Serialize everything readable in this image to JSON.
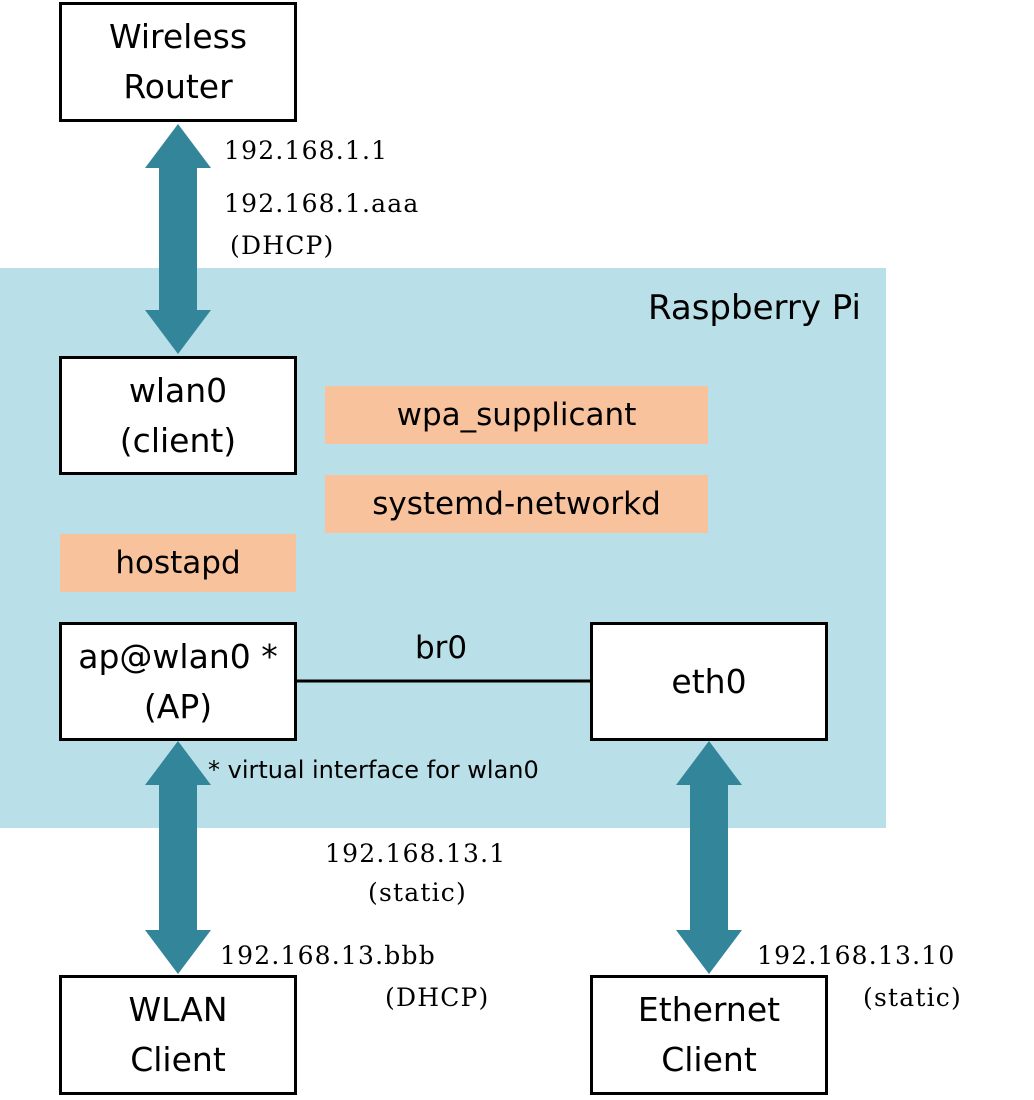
{
  "raspberry_pi": {
    "label": "Raspberry Pi"
  },
  "boxes": {
    "wireless_router": {
      "line1": "Wireless",
      "line2": "Router"
    },
    "wlan0": {
      "line1": "wlan0",
      "line2": "(client)"
    },
    "ap": {
      "line1": "ap@wlan0 *",
      "line2": "(AP)"
    },
    "eth0": {
      "line1": "eth0"
    },
    "wlan_client": {
      "line1": "WLAN",
      "line2": "Client"
    },
    "ethernet_client": {
      "line1": "Ethernet",
      "line2": "Client"
    }
  },
  "processes": {
    "wpa_supplicant": "wpa_supplicant",
    "systemd_networkd": "systemd-networkd",
    "hostapd": "hostapd"
  },
  "bridge": {
    "label": "br0"
  },
  "footnote": "* virtual interface for wlan0",
  "addresses": {
    "router_ip": "192.168.1.1",
    "wlan0_ip": "192.168.1.aaa",
    "wlan0_mode": "(DHCP)",
    "ap_ip": "192.168.13.1",
    "ap_mode": "(static)",
    "wlan_client_ip": "192.168.13.bbb",
    "wlan_client_mode": "(DHCP)",
    "eth_client_ip": "192.168.13.10",
    "eth_client_mode": "(static)"
  },
  "colors": {
    "pi_background": "#b9dfe8",
    "process_fill": "#f8c39c",
    "arrow": "#33869a"
  }
}
